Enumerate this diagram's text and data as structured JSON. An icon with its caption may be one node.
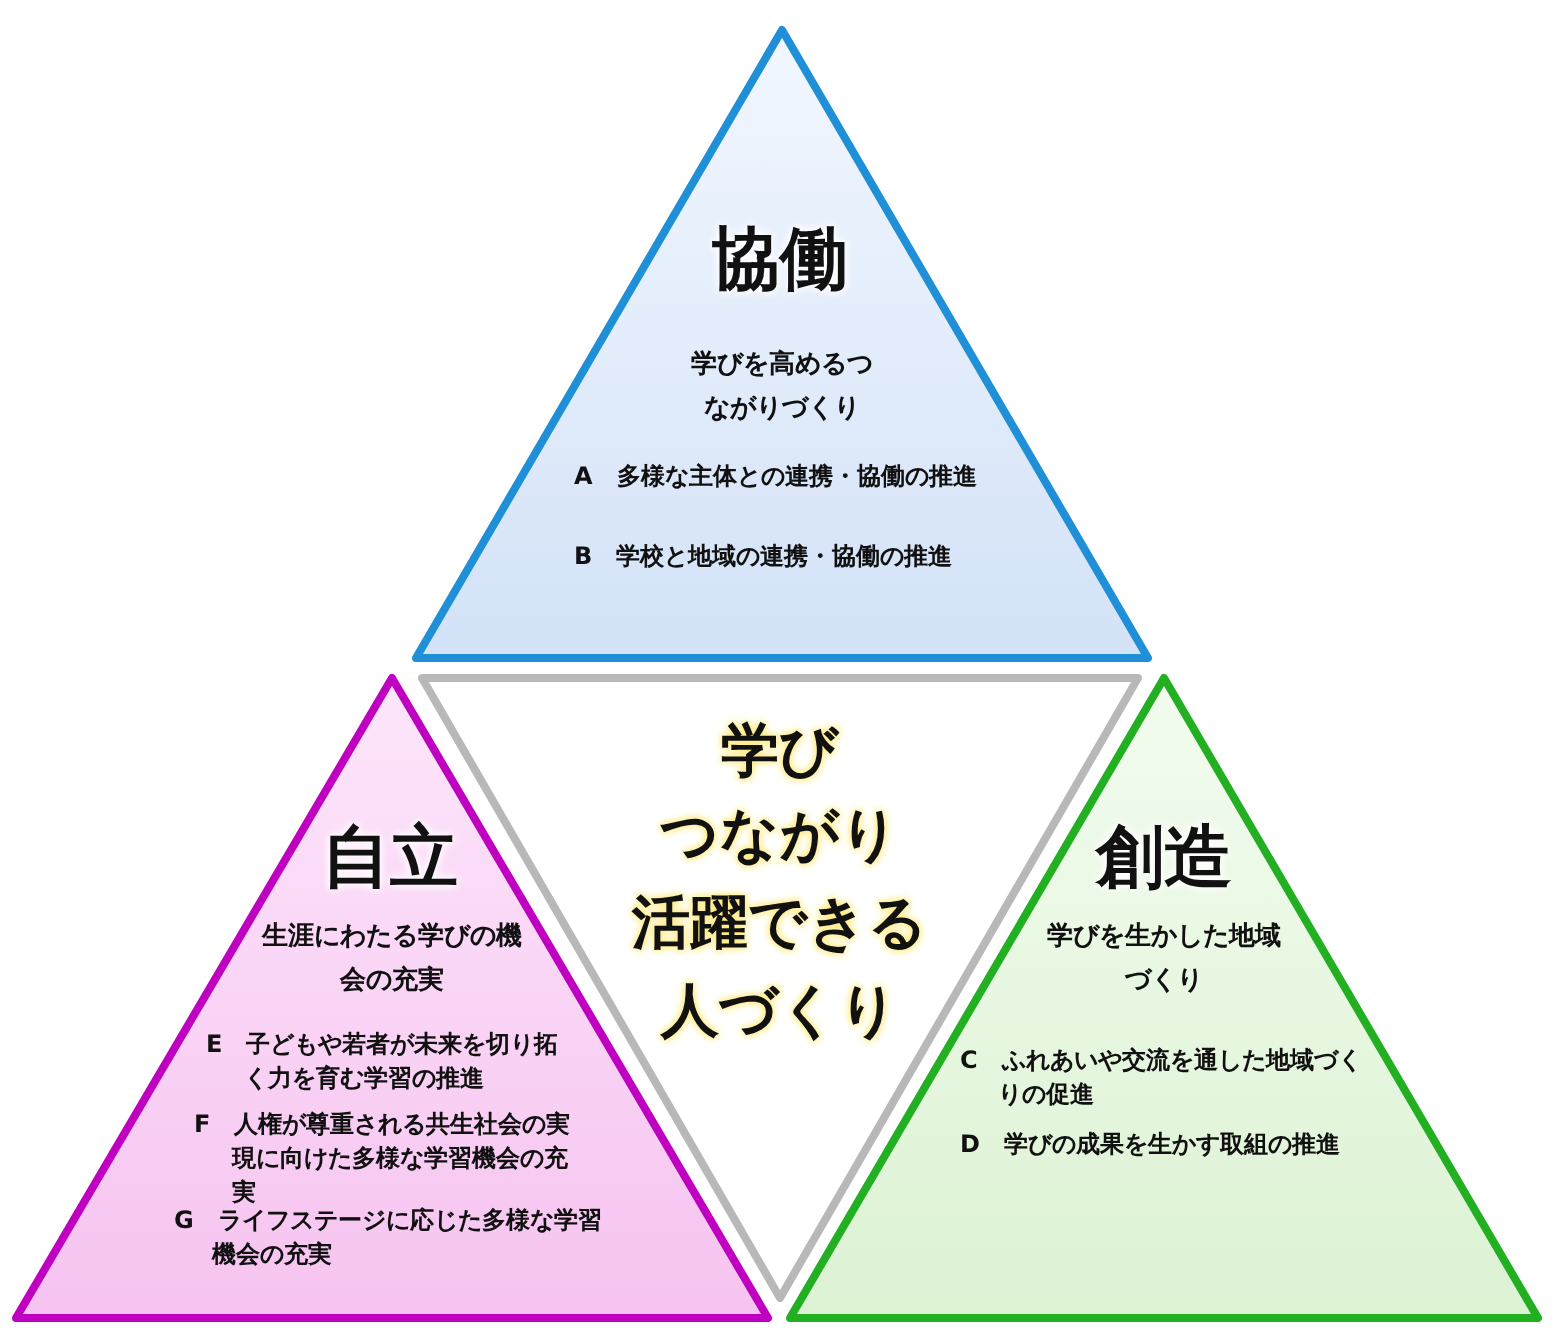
{
  "diagram": {
    "nodes": [
      {
        "text": [
          "協働",
          "学びを高めるつながりづくり",
          "A　多様な主体との連携・協働の推進",
          "B　学校と地域の連携・協働の推進"
        ]
      },
      {
        "text": [
          "自立",
          "生涯にわたる学びの機会の充実",
          "E　子どもや若者が未来を切り拓く力を育む学習の推進",
          "F　人権が尊重される共生社会の実現に向けた多様な学習機会の充実",
          "G　ライフステージに応じた多様な学習機会の充実"
        ]
      },
      {
        "text": [
          "学び",
          "つながり",
          "活躍できる",
          "人づくり"
        ]
      },
      {
        "text": [
          "創造",
          "学びを生かした地域づくり",
          "C　ふれあいや交流を通した地域づくりの促進",
          "D　学びの成果を生かす取組の推進"
        ]
      }
    ],
    "edges": []
  }
}
